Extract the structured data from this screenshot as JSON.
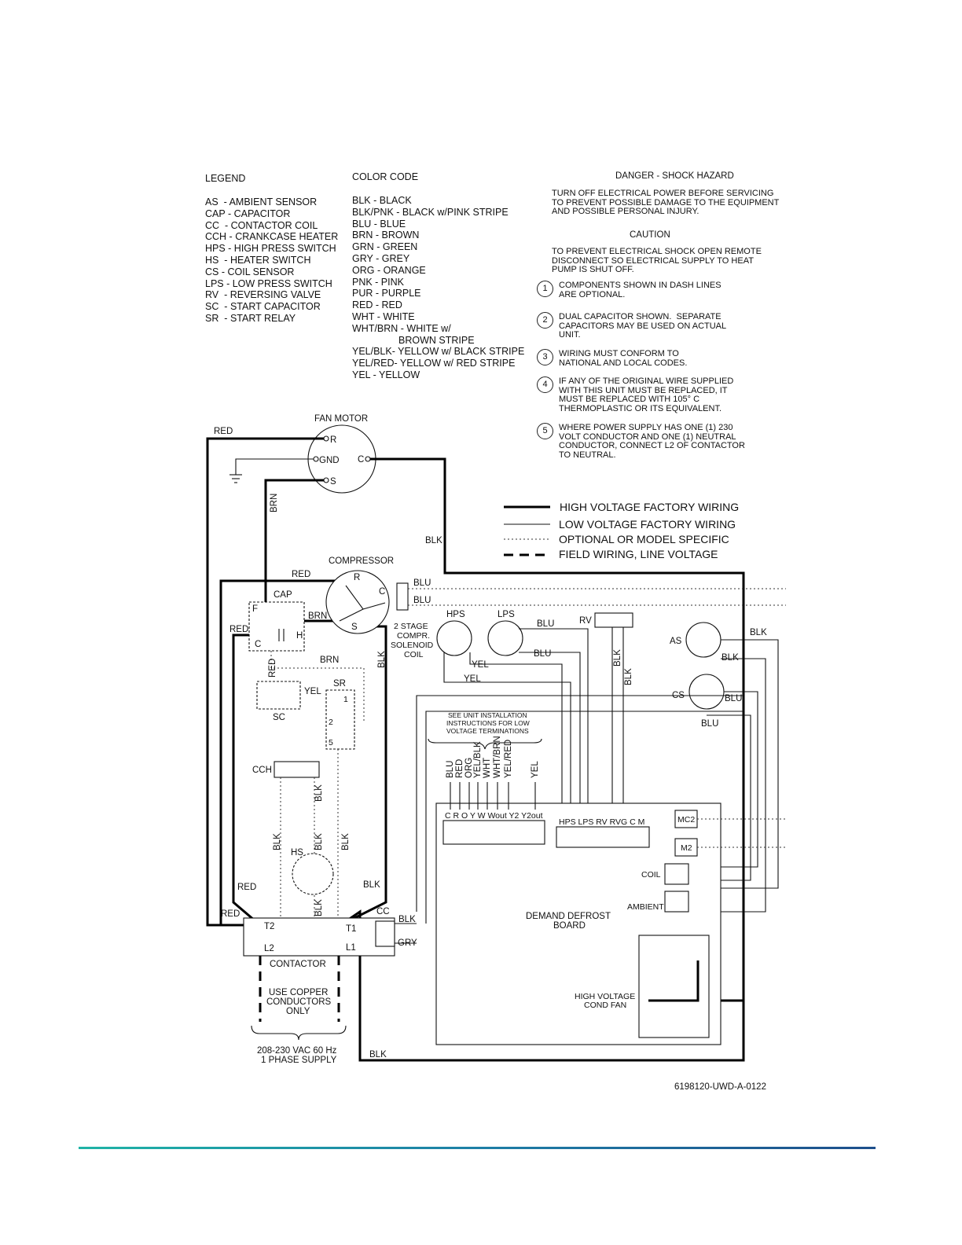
{
  "legend": {
    "title": "LEGEND",
    "items": [
      "AS  - AMBIENT SENSOR",
      "CAP - CAPACITOR",
      "CC  - CONTACTOR COIL",
      "CCH - CRANKCASE HEATER",
      "HPS - HIGH PRESS SWITCH",
      "HS  - HEATER SWITCH",
      "CS - COIL SENSOR",
      "LPS - LOW PRESS SWITCH",
      "RV  - REVERSING VALVE",
      "SC  - START CAPACITOR",
      "SR  - START RELAY"
    ]
  },
  "color_code": {
    "title": "COLOR CODE",
    "items": [
      "BLK - BLACK",
      "BLK/PNK - BLACK w/PINK STRIPE",
      "BLU - BLUE",
      "BRN - BROWN",
      "GRN - GREEN",
      "GRY - GREY",
      "ORG - ORANGE",
      "PNK - PINK",
      "PUR - PURPLE",
      "RED - RED",
      "WHT - WHITE",
      "WHT/BRN - WHITE w/\n                 BROWN STRIPE",
      "YEL/BLK- YELLOW w/ BLACK STRIPE",
      "YEL/RED- YELLOW w/ RED STRIPE",
      "YEL - YELLOW"
    ]
  },
  "danger": {
    "title": "DANGER - SHOCK HAZARD",
    "text": "TURN OFF ELECTRICAL POWER BEFORE SERVICING\nTO PREVENT POSSIBLE DAMAGE TO THE EQUIPMENT\nAND POSSIBLE PERSONAL INJURY."
  },
  "caution": {
    "title": "CAUTION",
    "text": "TO PREVENT ELECTRICAL SHOCK OPEN REMOTE\nDISCONNECT SO ELECTRICAL SUPPLY TO HEAT\nPUMP IS SHUT OFF."
  },
  "notes": [
    {
      "num": "1",
      "text": "COMPONENTS SHOWN IN DASH LINES\nARE OPTIONAL."
    },
    {
      "num": "2",
      "text": "DUAL CAPACITOR SHOWN.  SEPARATE\nCAPACITORS MAY BE USED ON ACTUAL\nUNIT."
    },
    {
      "num": "3",
      "text": "WIRING MUST CONFORM TO\nNATIONAL AND LOCAL CODES."
    },
    {
      "num": "4",
      "text": "IF ANY OF THE ORIGINAL WIRE SUPPLIED\nWITH THIS UNIT MUST BE REPLACED, IT\nMUST BE REPLACED WITH 105° C\nTHERMOPLASTIC OR ITS EQUIVALENT."
    },
    {
      "num": "5",
      "text": "WHERE POWER SUPPLY HAS ONE (1) 230\nVOLT CONDUCTOR AND ONE (1) NEUTRAL\nCONDUCTOR, CONNECT L2 OF CONTACTOR\nTO NEUTRAL."
    }
  ],
  "wiring_legend": [
    "HIGH VOLTAGE FACTORY WIRING",
    "LOW VOLTAGE FACTORY WIRING",
    "OPTIONAL OR MODEL SPECIFIC",
    "FIELD WIRING, LINE VOLTAGE"
  ],
  "diagram": {
    "fan_motor": "FAN MOTOR",
    "fan_r": "R",
    "fan_gnd": "GND",
    "fan_s": "S",
    "fan_c": "C",
    "compressor": "COMPRESSOR",
    "comp_r": "R",
    "comp_c": "C",
    "comp_s": "S",
    "cap": "CAP",
    "cap_f": "F",
    "cap_c": "C",
    "cap_h": "H",
    "solenoid": "2 STAGE\nCOMPR.\nSOLENOID\nCOIL",
    "hps": "HPS",
    "lps": "LPS",
    "rv": "RV",
    "as": "AS",
    "cs": "CS",
    "sc": "SC",
    "sr": "SR",
    "sr_1": "1",
    "sr_2": "2",
    "sr_5": "5",
    "cch": "CCH",
    "hs": "HS",
    "cc": "CC",
    "contactor": "CONTACTOR",
    "t2": "T2",
    "t1": "T1",
    "l2": "L2",
    "l1": "L1",
    "copper_note": "USE COPPER\nCONDUCTORS\nONLY",
    "supply": "208-230 VAC 60 Hz\n1 PHASE SUPPLY",
    "see_note": "SEE UNIT INSTALLATION\nINSTRUCTIONS FOR LOW\nVOLTAGE TERMINATIONS",
    "lv_wires": [
      "BLU",
      "RED",
      "ORG",
      "YEL/BLK",
      "WHT",
      "WHT\n/BRN",
      "YEL\n/RED",
      "YEL"
    ],
    "lv_terminals": "C  R  O  Y  W  Wout  Y2  Y2out",
    "hps_terminals": "HPS  LPS  RV  RVG  C  M",
    "mc2": "MC2",
    "m2": "M2",
    "coil": "COIL",
    "ambient": "AMBIENT",
    "board": "DEMAND DEFROST\nBOARD",
    "hv_fan": "HIGH VOLTAGE\nCOND FAN",
    "wire_labels": {
      "red": "RED",
      "brn": "BRN",
      "blk": "BLK",
      "blu": "BLU",
      "yel": "YEL",
      "gry": "GRY"
    },
    "part_number": "6198120-UWD-A-0122"
  }
}
